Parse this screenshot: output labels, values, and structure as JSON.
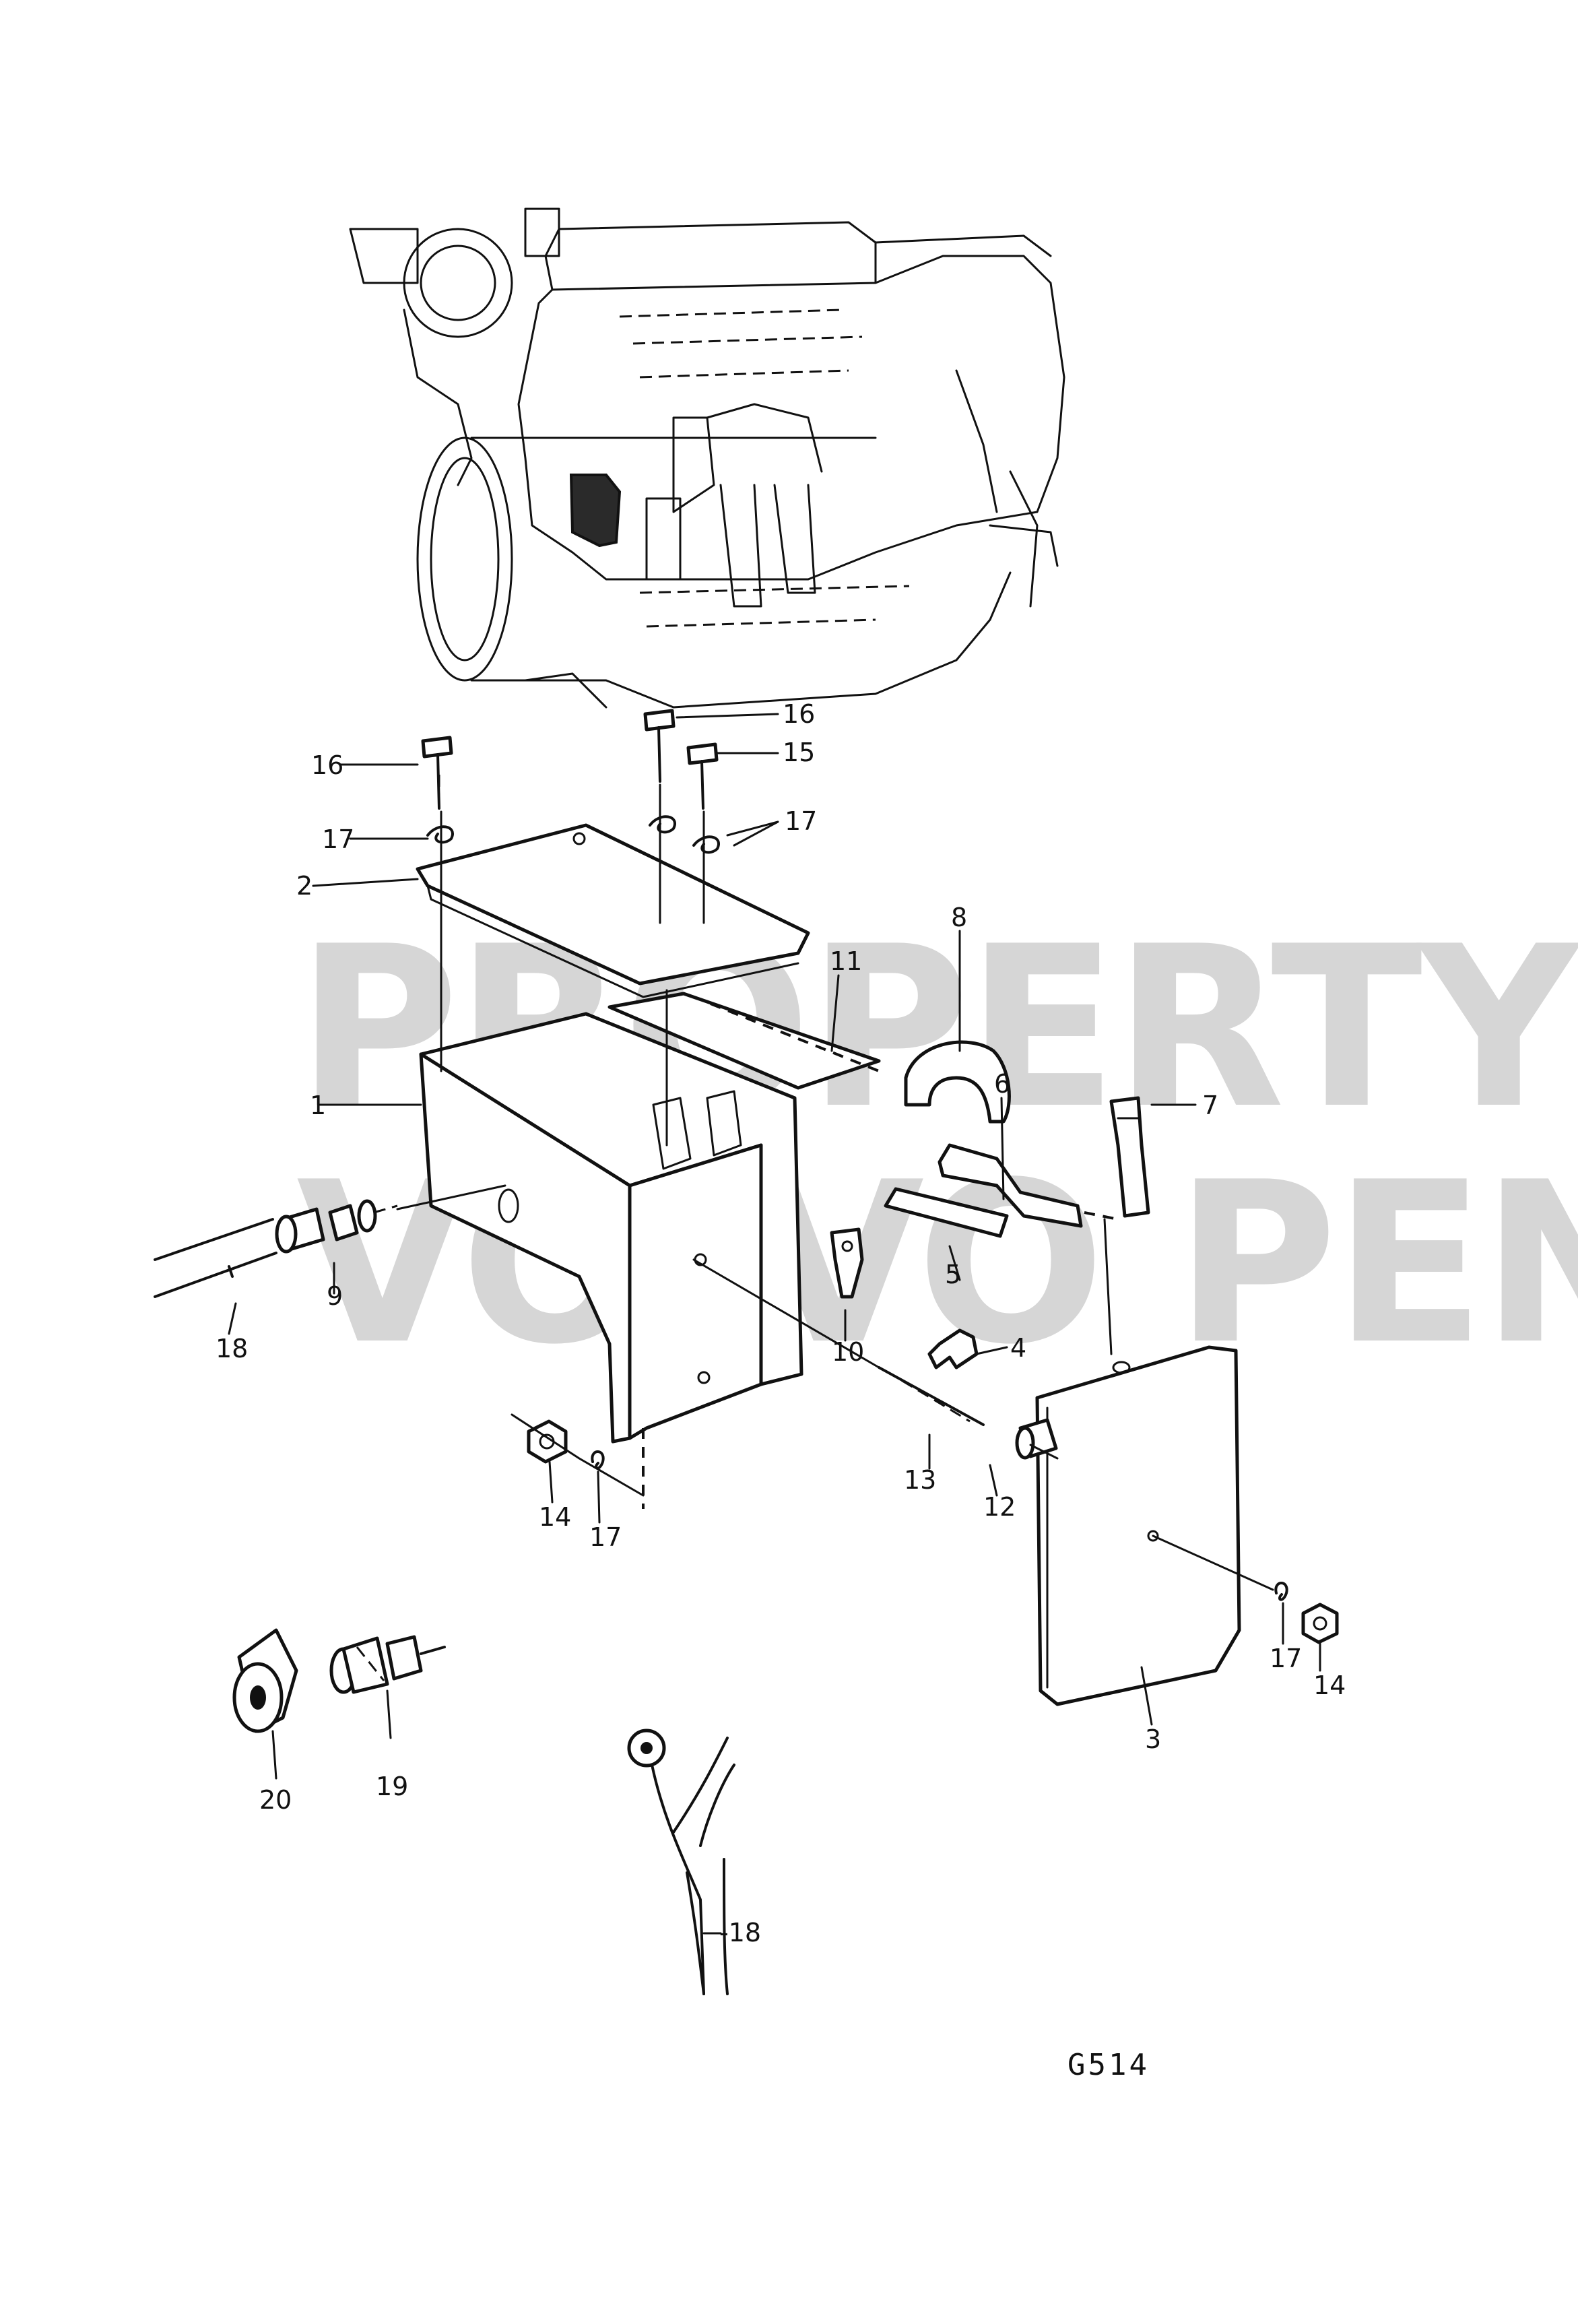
{
  "watermark": {
    "line1": "PROPERTY OF",
    "line2": "VOLVO PENTA"
  },
  "drawing_code": "G514",
  "callouts": {
    "c1": "1",
    "c2": "2",
    "c3": "3",
    "c4": "4",
    "c5": "5",
    "c6": "6",
    "c7": "7",
    "c8": "8",
    "c9": "9",
    "c10": "10",
    "c11": "11",
    "c12": "12",
    "c13": "13",
    "c14a": "14",
    "c14b": "14",
    "c15": "15",
    "c16a": "16",
    "c16b": "16",
    "c17a": "17",
    "c17b": "17",
    "c17c": "17",
    "c17d": "17",
    "c18a": "18",
    "c18b": "-18",
    "c19": "19",
    "c20": "20"
  }
}
